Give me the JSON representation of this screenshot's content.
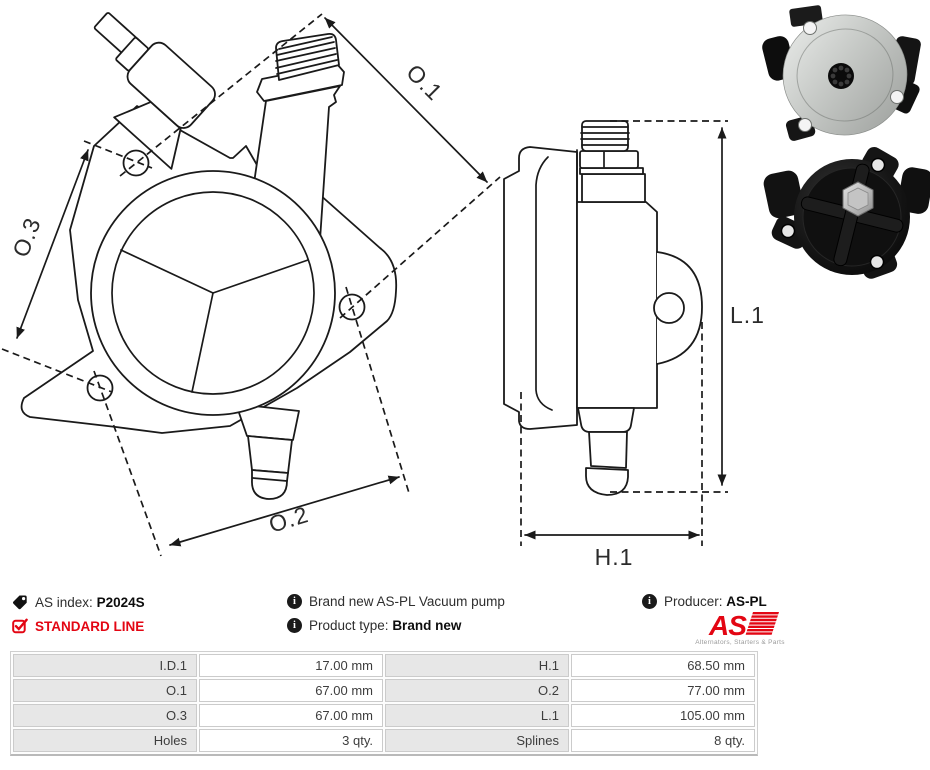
{
  "info": {
    "as_index_label": "AS index:",
    "as_index_value": "P2024S",
    "standard_line": "STANDARD LINE",
    "description": "Brand new AS-PL Vacuum pump",
    "product_type_label": "Product type:",
    "product_type_value": "Brand new",
    "producer_label": "Producer:",
    "producer_value": "AS-PL"
  },
  "logo": {
    "text": "AS",
    "tagline": "Alternators, Starters & Parts"
  },
  "diagram": {
    "labels": {
      "o1": "O.1",
      "o2": "O.2",
      "o3": "O.3",
      "l1": "L.1",
      "h1": "H.1"
    }
  },
  "specs": {
    "rows": [
      {
        "label1": "I.D.1",
        "value1": "17.00 mm",
        "label2": "H.1",
        "value2": "68.50 mm"
      },
      {
        "label1": "O.1",
        "value1": "67.00 mm",
        "label2": "O.2",
        "value2": "77.00 mm"
      },
      {
        "label1": "O.3",
        "value1": "67.00 mm",
        "label2": "L.1",
        "value2": "105.00 mm"
      },
      {
        "label1": "Holes",
        "value1": "3 qty.",
        "label2": "Splines",
        "value2": "8 qty."
      }
    ]
  },
  "colors": {
    "accent_red": "#e30613",
    "drawing_line": "#1a1a1a",
    "table_label_bg": "#e7e7e7",
    "table_border": "#cbcbcb",
    "text": "#2e2e2e"
  }
}
